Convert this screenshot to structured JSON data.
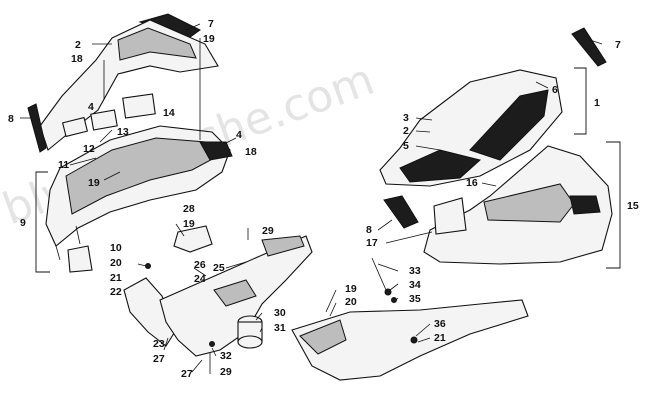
{
  "watermark": "blwparts.che.com",
  "callouts": [
    {
      "id": "c7a",
      "text": "7"
    },
    {
      "id": "c19a",
      "text": "19"
    },
    {
      "id": "c2a",
      "text": "2"
    },
    {
      "id": "c18a",
      "text": "18"
    },
    {
      "id": "c8a",
      "text": "8"
    },
    {
      "id": "c4a",
      "text": "4"
    },
    {
      "id": "c14",
      "text": "14"
    },
    {
      "id": "c13",
      "text": "13"
    },
    {
      "id": "c12",
      "text": "12"
    },
    {
      "id": "c4b",
      "text": "4"
    },
    {
      "id": "c18b",
      "text": "18"
    },
    {
      "id": "c11",
      "text": "11"
    },
    {
      "id": "c19b",
      "text": "19"
    },
    {
      "id": "c9",
      "text": "9"
    },
    {
      "id": "c28",
      "text": "28"
    },
    {
      "id": "c19c",
      "text": "19"
    },
    {
      "id": "c29a",
      "text": "29"
    },
    {
      "id": "c10",
      "text": "10"
    },
    {
      "id": "c20a",
      "text": "20"
    },
    {
      "id": "c26",
      "text": "26"
    },
    {
      "id": "c25",
      "text": "25"
    },
    {
      "id": "c21a",
      "text": "21"
    },
    {
      "id": "c24",
      "text": "24"
    },
    {
      "id": "c22",
      "text": "22"
    },
    {
      "id": "c30",
      "text": "30"
    },
    {
      "id": "c31",
      "text": "31"
    },
    {
      "id": "c23",
      "text": "23"
    },
    {
      "id": "c27a",
      "text": "27"
    },
    {
      "id": "c32",
      "text": "32"
    },
    {
      "id": "c27b",
      "text": "27"
    },
    {
      "id": "c29b",
      "text": "29"
    },
    {
      "id": "c7b",
      "text": "7"
    },
    {
      "id": "c6",
      "text": "6"
    },
    {
      "id": "c1",
      "text": "1"
    },
    {
      "id": "c3",
      "text": "3"
    },
    {
      "id": "c2b",
      "text": "2"
    },
    {
      "id": "c5",
      "text": "5"
    },
    {
      "id": "c16",
      "text": "16"
    },
    {
      "id": "c15",
      "text": "15"
    },
    {
      "id": "c8b",
      "text": "8"
    },
    {
      "id": "c17",
      "text": "17"
    },
    {
      "id": "c33",
      "text": "33"
    },
    {
      "id": "c34",
      "text": "34"
    },
    {
      "id": "c35",
      "text": "35"
    },
    {
      "id": "c19d",
      "text": "19"
    },
    {
      "id": "c20b",
      "text": "20"
    },
    {
      "id": "c36",
      "text": "36"
    },
    {
      "id": "c21b",
      "text": "21"
    }
  ]
}
